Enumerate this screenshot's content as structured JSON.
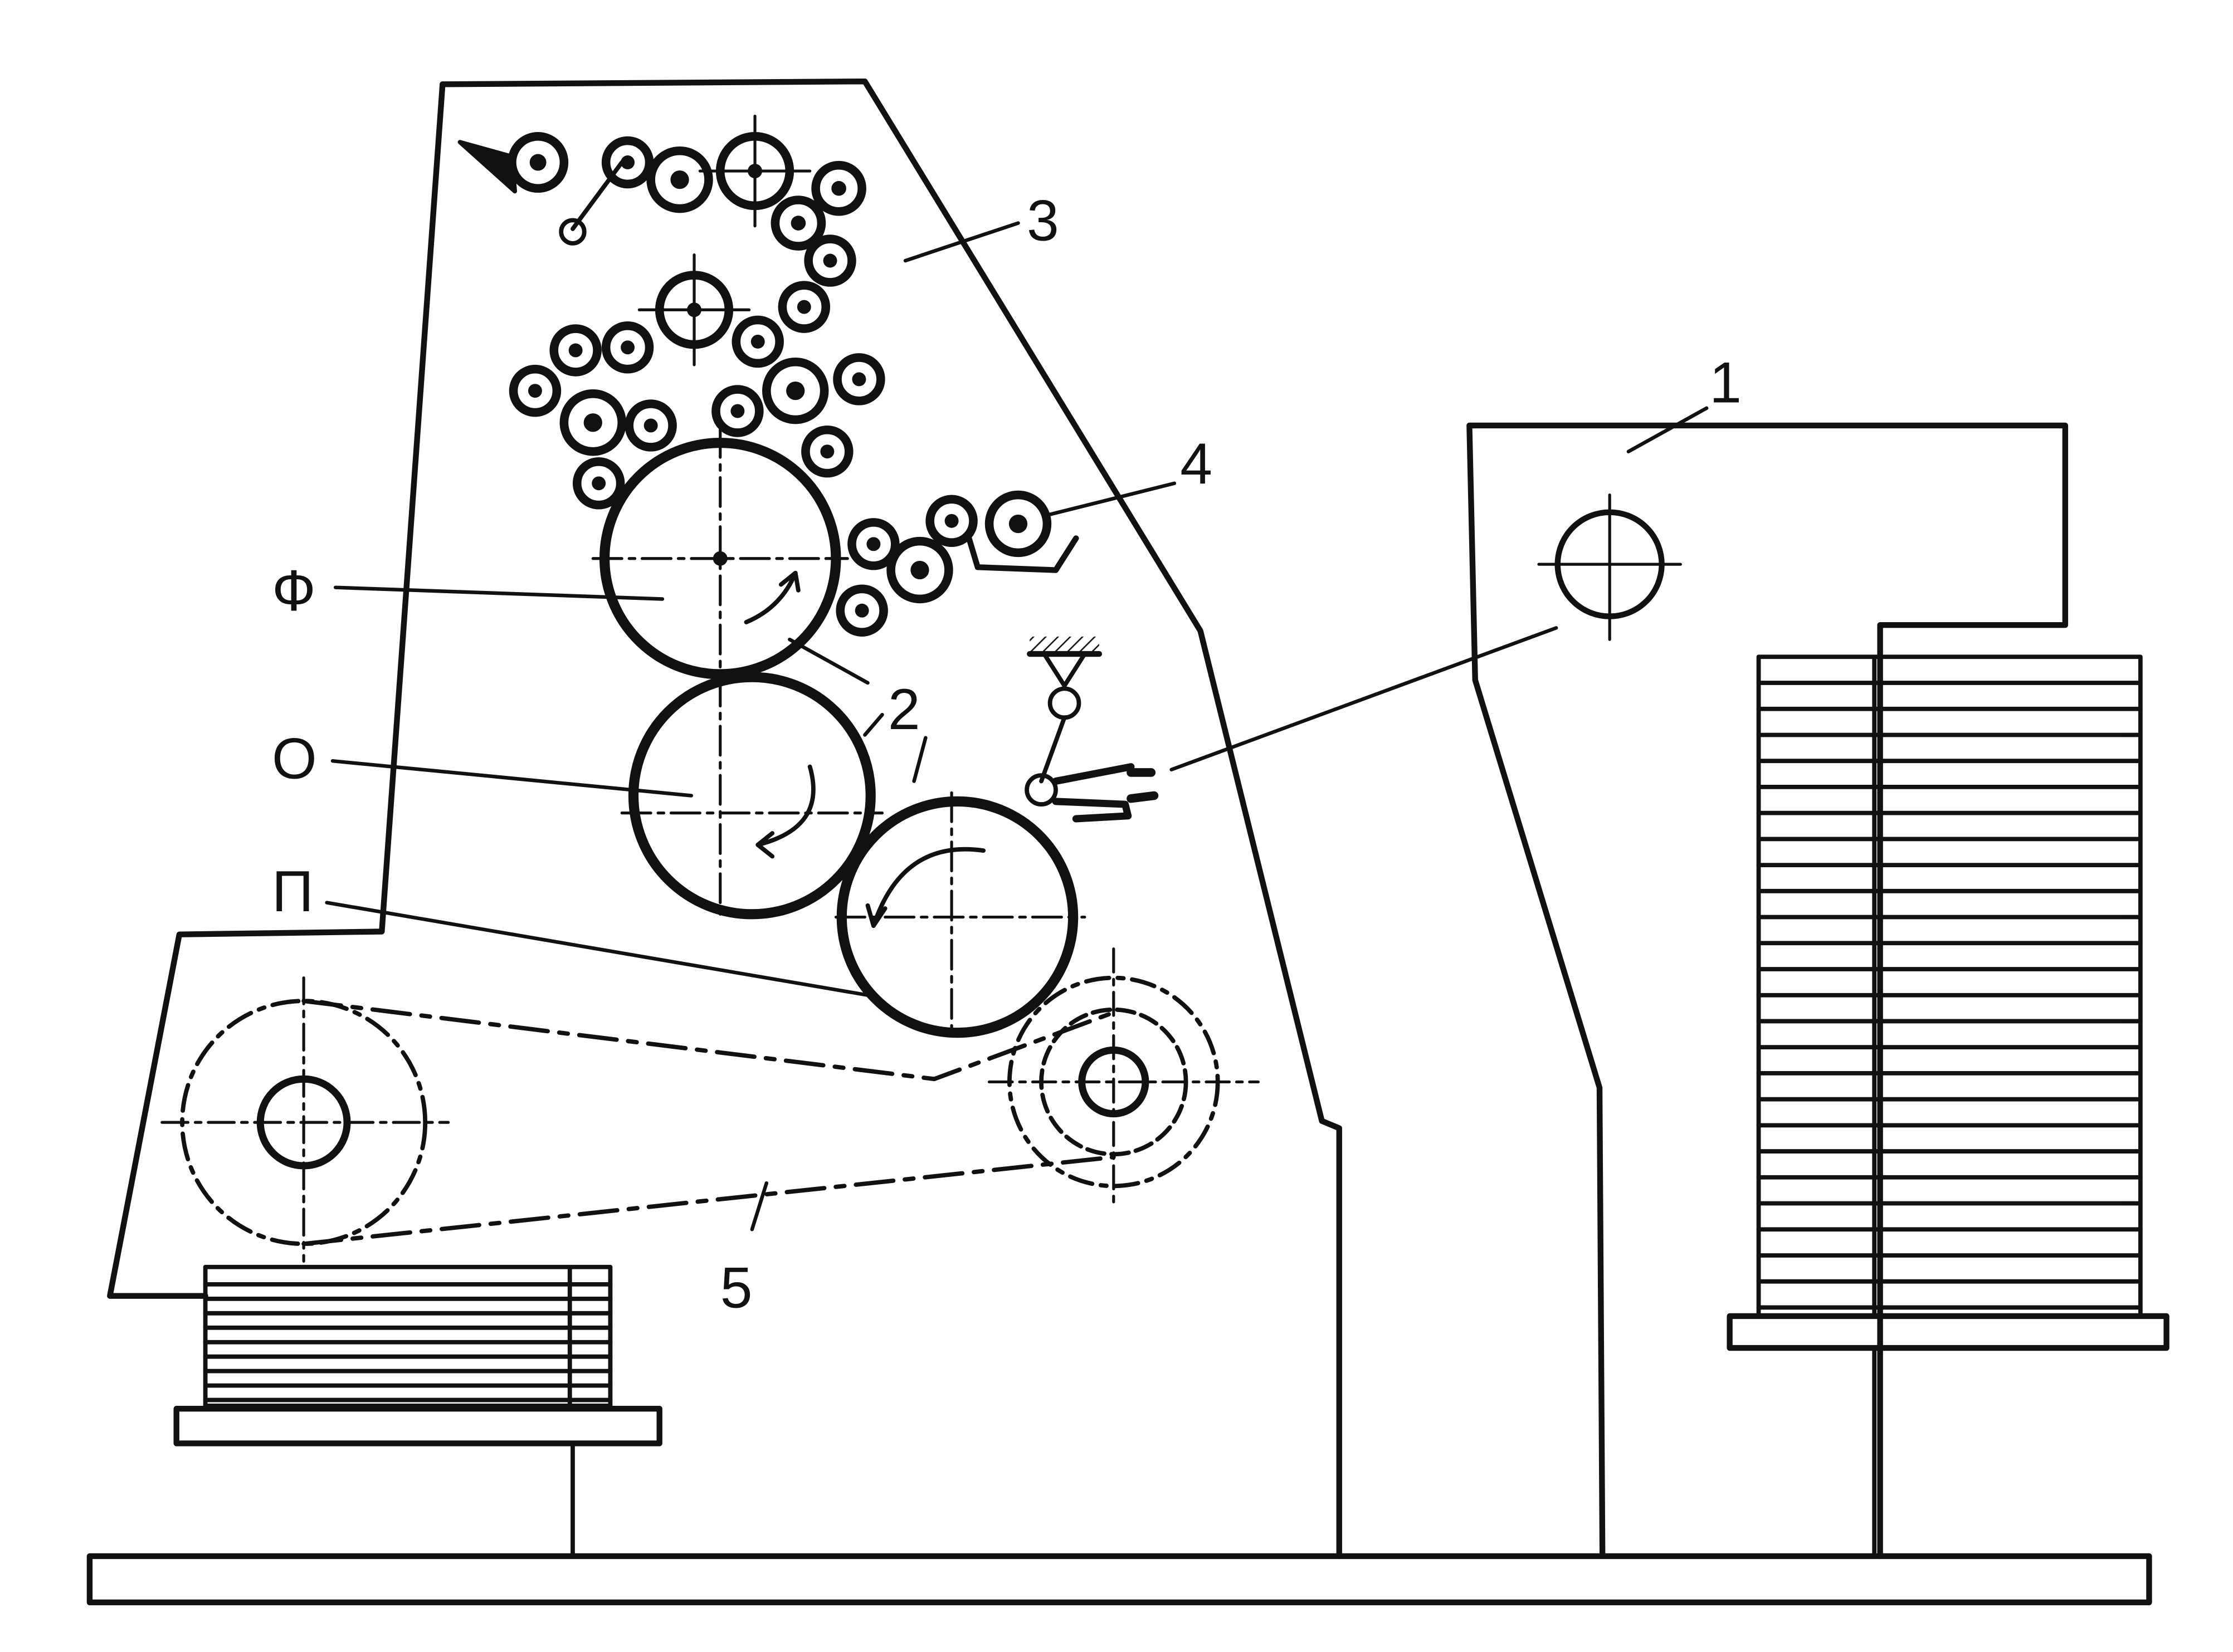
{
  "diagram": {
    "ink": "#111111",
    "background": "#ffffff",
    "labels": {
      "feeder": "1",
      "blanket_cylinder": "2",
      "frame": "3",
      "dampening_unit": "4",
      "delivery_chain": "5",
      "plate_cylinder": "Ф",
      "offset_cylinder": "О",
      "impression_cylinder": "П"
    }
  }
}
